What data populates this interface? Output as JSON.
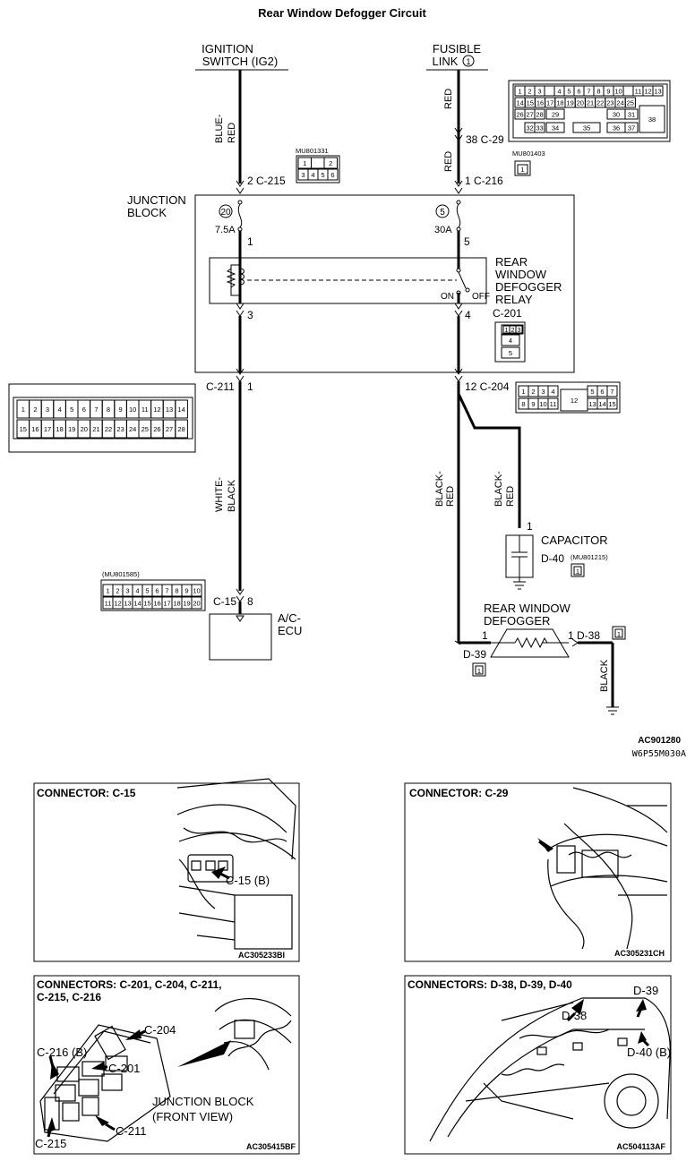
{
  "title": "Rear Window Defogger Circuit",
  "sources": {
    "ignition_line1": "IGNITION",
    "ignition_line2": "SWITCH (IG2)",
    "fusible_line1": "FUSIBLE",
    "fusible_line2": "LINK",
    "fusible_num": "1"
  },
  "wires": {
    "ign1": "BLUE-",
    "ign2": "RED",
    "fus_upper": "RED",
    "fus_lower": "RED",
    "wb1": "WHITE-",
    "wb2": "BLACK",
    "br1": "BLACK-",
    "br2": "RED",
    "cap1": "BLACK-",
    "cap2": "RED",
    "gnd": "BLACK"
  },
  "junction": {
    "label1": "JUNCTION",
    "label2": "BLOCK",
    "fuse20_num": "20",
    "fuse20_rating": "7.5A",
    "fuse5_num": "5",
    "fuse5_rating": "30A",
    "pin_c215": "2 C-215",
    "pin_c216": "1 C-216",
    "pin_c29": "38 C-29",
    "relay1": "REAR",
    "relay2": "WINDOW",
    "relay3": "DEFOGGER",
    "relay4": "RELAY",
    "on": "ON",
    "off": "OFF",
    "p1": "1",
    "p3": "3",
    "p5": "5",
    "p4": "4",
    "c201": "C-201",
    "c211": "C-211",
    "c211_pin": "1",
    "c204": "12 C-204"
  },
  "parts": {
    "mu801331": "MU801331",
    "mu801403": "MU801403",
    "mu801585": "(MU801585)",
    "mu801215": "(MU801215)",
    "capacitor": "CAPACITOR",
    "d40": "D-40",
    "cap_pin": "1",
    "c15": "C-15",
    "c15_pin": "8",
    "acecu1": "A/C-",
    "acecu2": "ECU",
    "defog1": "REAR WINDOW",
    "defog2": "DEFOGGER",
    "d39": "D-39",
    "d38": "1  D-38",
    "d39_pin": "1",
    "id1": "AC901280",
    "id2": "W6P55M030A"
  },
  "panels": {
    "p1_title": "CONNECTOR: C-15",
    "p1_callout": "C-15 (B)",
    "p1_code": "AC305233BI",
    "p2_title": "CONNECTOR: C-29",
    "p2_code": "AC305231CH",
    "p3_title1": "CONNECTORS: C-201, C-204, C-211,",
    "p3_title2": "C-215, C-216",
    "p3_c204": "C-204",
    "p3_c216": "C-216 (B)",
    "p3_c201": "C-201",
    "p3_jb1": "JUNCTION BLOCK",
    "p3_jb2": "(FRONT VIEW)",
    "p3_c211": "C-211",
    "p3_c215": "C-215",
    "p3_code": "AC305415BF",
    "p4_title": "CONNECTORS: D-38, D-39, D-40",
    "p4_d39": "D-39",
    "p4_d38": "D-38",
    "p4_d40": "D-40 (B)",
    "p4_code": "AC504113AF"
  },
  "connectors": {
    "c29_row1": [
      "1",
      "2",
      "3",
      "",
      "4",
      "5",
      "6",
      "7",
      "8",
      "9",
      "10",
      "",
      "11",
      "12",
      "13"
    ],
    "c29_row2": [
      "14",
      "15",
      "16",
      "17",
      "18",
      "19",
      "20",
      "21",
      "22",
      "23",
      "24",
      "25"
    ],
    "c29_row3": [
      "26",
      "27",
      "28",
      "29",
      "30",
      "31",
      "38"
    ],
    "c29_row4": [
      "32",
      "33",
      "34",
      "35",
      "36",
      "37"
    ],
    "mu801331_row1": [
      "1",
      "",
      "2"
    ],
    "mu801331_row2": [
      "3",
      "4",
      "5",
      "6"
    ],
    "mu801403": "1",
    "c201_row1": [
      "1",
      "2",
      "3"
    ],
    "c201_row2": "4",
    "c201_row3": "5",
    "c204_row1": [
      "1",
      "2",
      "3",
      "4",
      "12",
      "5",
      "6",
      "7"
    ],
    "c204_row2": [
      "8",
      "9",
      "10",
      "11",
      "13",
      "14",
      "15"
    ],
    "c211_row1": [
      "1",
      "2",
      "3",
      "4",
      "5",
      "6",
      "7",
      "8",
      "9",
      "10",
      "11",
      "12",
      "13",
      "14"
    ],
    "c211_row2": [
      "15",
      "16",
      "17",
      "18",
      "19",
      "20",
      "21",
      "22",
      "23",
      "24",
      "25",
      "26",
      "27",
      "28"
    ],
    "c15_row1": [
      "1",
      "2",
      "3",
      "4",
      "5",
      "6",
      "7",
      "8",
      "9",
      "10"
    ],
    "c15_row2": [
      "11",
      "12",
      "13",
      "14",
      "15",
      "16",
      "17",
      "18",
      "19",
      "20"
    ],
    "d40_pin": "1",
    "d38_pin": "1",
    "d39_pin": "1"
  }
}
